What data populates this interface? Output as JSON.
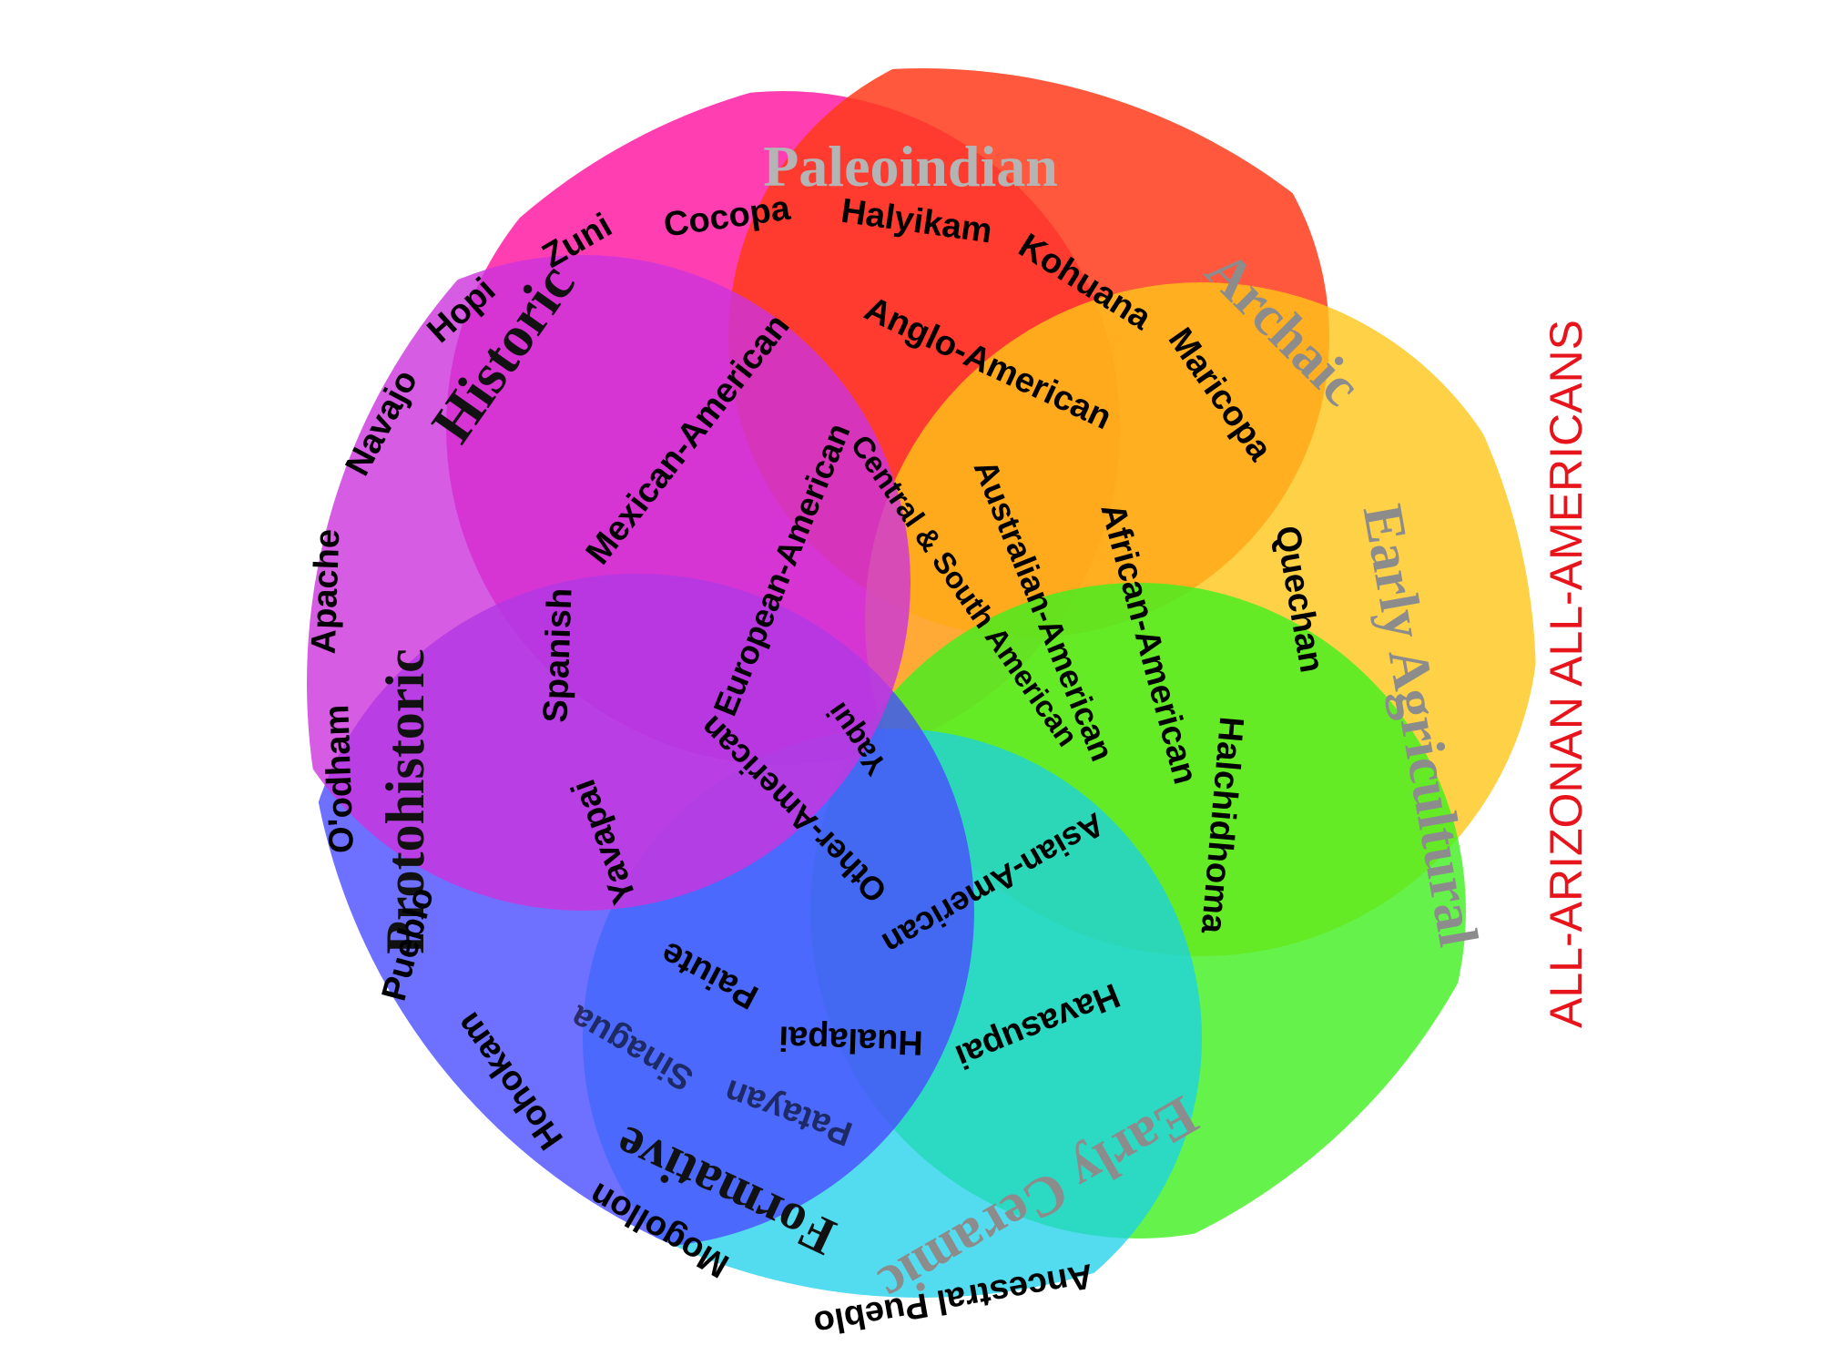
{
  "title": "ALL-ARIZONAN ALL-AMERICANS",
  "colors": {
    "title": "#e8141c",
    "period_label": "#8c8c8c",
    "paleoindian_label": "#b4b4b4",
    "historic_label": "#111111",
    "group_text": "#000000",
    "lobe_paleoindian": "#ff2aa8",
    "lobe_archaic": "#ff3b1a",
    "lobe_early_agricultural": "#ffc619",
    "lobe_early_ceramic": "#3ef01e",
    "lobe_formative": "#1ad0ea",
    "lobe_protohistoric": "#4a4cff",
    "lobe_historic": "#cc33dd"
  },
  "periods": [
    {
      "id": "paleoindian",
      "label": "Paleoindian"
    },
    {
      "id": "archaic",
      "label": "Archaic"
    },
    {
      "id": "early-agricultural",
      "label": "Early Agricultural"
    },
    {
      "id": "early-ceramic",
      "label": "Early Ceramic"
    },
    {
      "id": "formative",
      "label": "Formative"
    },
    {
      "id": "protohistoric",
      "label": "Protohistoric"
    },
    {
      "id": "historic",
      "label": "Historic"
    }
  ],
  "groups": {
    "ring1": [
      "Zuni",
      "Cocopa",
      "Halyikam",
      "Kohuana",
      "Maricopa",
      "Quechan",
      "Halchidhoma",
      "Ancestral Pueblo",
      "Mogollon",
      "Hohokam",
      "Pueblo",
      "O'odham",
      "Apache",
      "Navajo",
      "Hopi"
    ],
    "ring2": [
      "Anglo-American",
      "African-American",
      "Havasupai",
      "Hualapai",
      "Paiute",
      "Patayan",
      "Sinagua",
      "Yavapai",
      "Spanish",
      "Mexican-American"
    ],
    "ring3": [
      "Australian-American",
      "Asian-American",
      "Other-American",
      "European-American"
    ],
    "ring4": [
      "Central & South American",
      "Yaqui"
    ]
  }
}
